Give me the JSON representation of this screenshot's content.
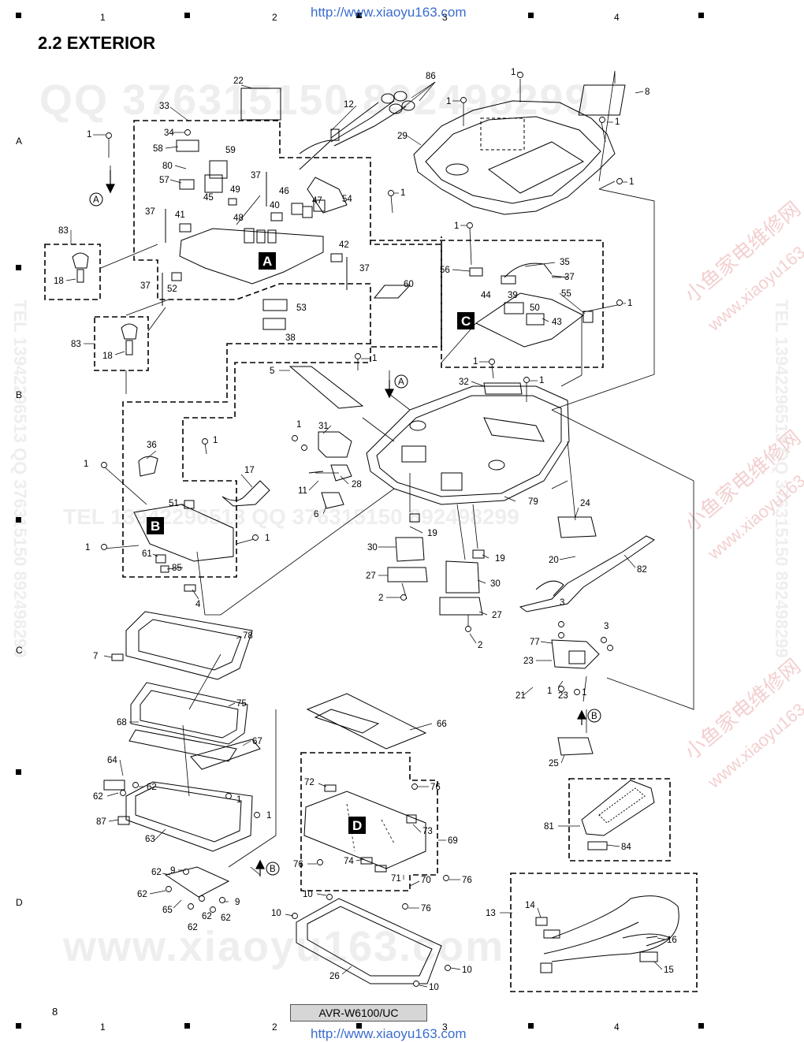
{
  "header": {
    "title": "2.2  EXTERIOR",
    "url_top": "http://www.xiaoyu163.com",
    "url_bottom": "http://www.xiaoyu163.com"
  },
  "grid": {
    "columns": [
      "1",
      "2",
      "3",
      "4"
    ],
    "rows": [
      "A",
      "B",
      "C",
      "D"
    ]
  },
  "footer": {
    "page_number": "8",
    "model": "AVR-W6100/UC"
  },
  "watermarks": {
    "qq": "QQ 376315150  892498299",
    "tel": "TEL 13942296513    QQ 376315150  892498299",
    "www": "www.xiaoyu163.com",
    "side_left": "TEL 13942296513  QQ 376315150  892498299",
    "side_right": "TEL 13942296513  QQ 376315150  892498299",
    "cn1": "小鱼家电维修网",
    "cn2": "小鱼家电维修网",
    "cn3": "小鱼家电维修网",
    "cn1_url": "www.xiaoyu163.com",
    "cn2_url": "www.xiaoyu163.com",
    "cn3_url": "www.xiaoyu163.com"
  },
  "sections": {
    "A": "A",
    "B": "B",
    "C": "C",
    "D": "D"
  },
  "arrow_refs": {
    "a_top": "A",
    "a_mid": "A",
    "b_low": "B",
    "b_right": "B"
  },
  "parts": {
    "p1": "1",
    "p2": "2",
    "p3": "3",
    "p4": "4",
    "p5": "5",
    "p6": "6",
    "p7": "7",
    "p8": "8",
    "p9": "9",
    "p10": "10",
    "p11": "11",
    "p12": "12",
    "p13": "13",
    "p14": "14",
    "p15": "15",
    "p16": "16",
    "p17": "17",
    "p18": "18",
    "p19": "19",
    "p20": "20",
    "p21": "21",
    "p22": "22",
    "p23": "23",
    "p24": "24",
    "p25": "25",
    "p26": "26",
    "p27": "27",
    "p28": "28",
    "p29": "29",
    "p30": "30",
    "p31": "31",
    "p32": "32",
    "p33": "33",
    "p34": "34",
    "p35": "35",
    "p36": "36",
    "p37": "37",
    "p38": "38",
    "p39": "39",
    "p40": "40",
    "p41": "41",
    "p42": "42",
    "p43": "43",
    "p44": "44",
    "p45": "45",
    "p46": "46",
    "p47": "47",
    "p48": "48",
    "p49": "49",
    "p50": "50",
    "p51": "51",
    "p52": "52",
    "p53": "53",
    "p54": "54",
    "p55": "55",
    "p56": "56",
    "p57": "57",
    "p58": "58",
    "p59": "59",
    "p60": "60",
    "p61": "61",
    "p62": "62",
    "p63": "63",
    "p64": "64",
    "p65": "65",
    "p66": "66",
    "p67": "67",
    "p68": "68",
    "p69": "69",
    "p70": "70",
    "p71": "71",
    "p72": "72",
    "p73": "73",
    "p74": "74",
    "p75": "75",
    "p76": "76",
    "p77": "77",
    "p78": "78",
    "p79": "79",
    "p80": "80",
    "p81": "81",
    "p82": "82",
    "p83": "83",
    "p84": "84",
    "p85": "85",
    "p86": "86",
    "p87": "87"
  }
}
